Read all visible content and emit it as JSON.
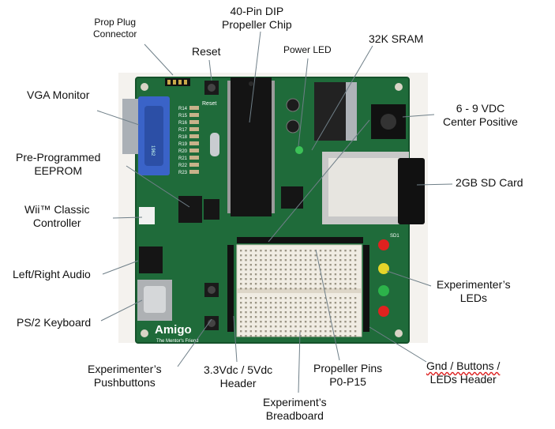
{
  "labels": {
    "prop_plug": [
      "Prop Plug",
      "Connector"
    ],
    "reset": "Reset",
    "chip": [
      "40-Pin DIP",
      "Propeller Chip"
    ],
    "power_led": "Power LED",
    "sram": "32K SRAM",
    "vga": "VGA Monitor",
    "power_in": [
      "6 - 9 VDC",
      "Center Positive"
    ],
    "eeprom": [
      "Pre-Programmed",
      "EEPROM"
    ],
    "sd_card": "2GB SD Card",
    "wii": [
      "Wii™ Classic",
      "Controller"
    ],
    "audio": "Left/Right Audio",
    "exp_leds": [
      "Experimenter’s",
      "LEDs"
    ],
    "ps2": "PS/2 Keyboard",
    "pushbuttons": [
      "Experimenter’s",
      "Pushbuttons"
    ],
    "voltage_header": [
      "3.3Vdc / 5Vdc",
      "Header"
    ],
    "prop_pins": [
      "Propeller Pins",
      "P0-P15"
    ],
    "gnd_header": [
      "Gnd / Buttons /",
      "LEDs Header"
    ],
    "breadboard": [
      "Experiment’s",
      "Breadboard"
    ]
  },
  "board": {
    "name": "Amigo",
    "tagline": "The Mentor's Friend",
    "reset_silk": "Reset",
    "sd_label": "SD1",
    "pcb_color": "#1f6b3a",
    "silk_color": "#ffffff"
  }
}
